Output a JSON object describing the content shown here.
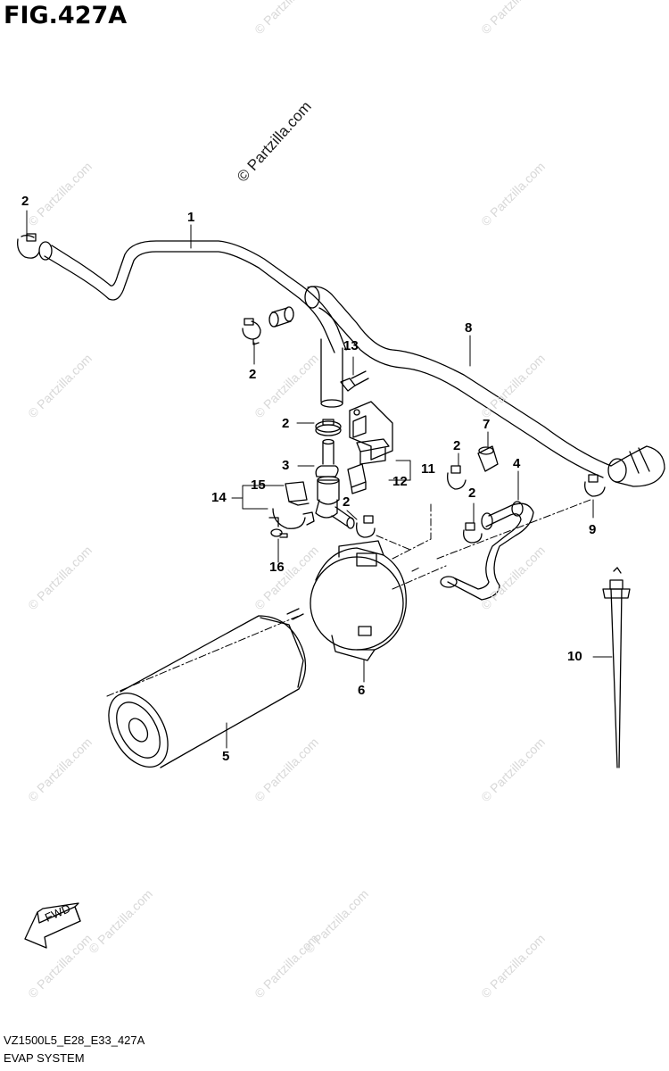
{
  "figure": {
    "title": "FIG.427A",
    "watermark": "© Partzilla.com",
    "code": "VZ1500L5_E28_E33_427A",
    "name": "EVAP SYSTEM",
    "fwd_label": "FWD"
  },
  "callouts": {
    "c1": "1",
    "c2a": "2",
    "c2b": "2",
    "c2c": "2",
    "c2d": "2",
    "c2e": "2",
    "c2f": "2",
    "c3": "3",
    "c4": "4",
    "c5": "5",
    "c6": "6",
    "c7": "7",
    "c8": "8",
    "c9": "9",
    "c10": "10",
    "c11": "11",
    "c12": "12",
    "c13": "13",
    "c14": "14",
    "c15": "15",
    "c16": "16"
  }
}
